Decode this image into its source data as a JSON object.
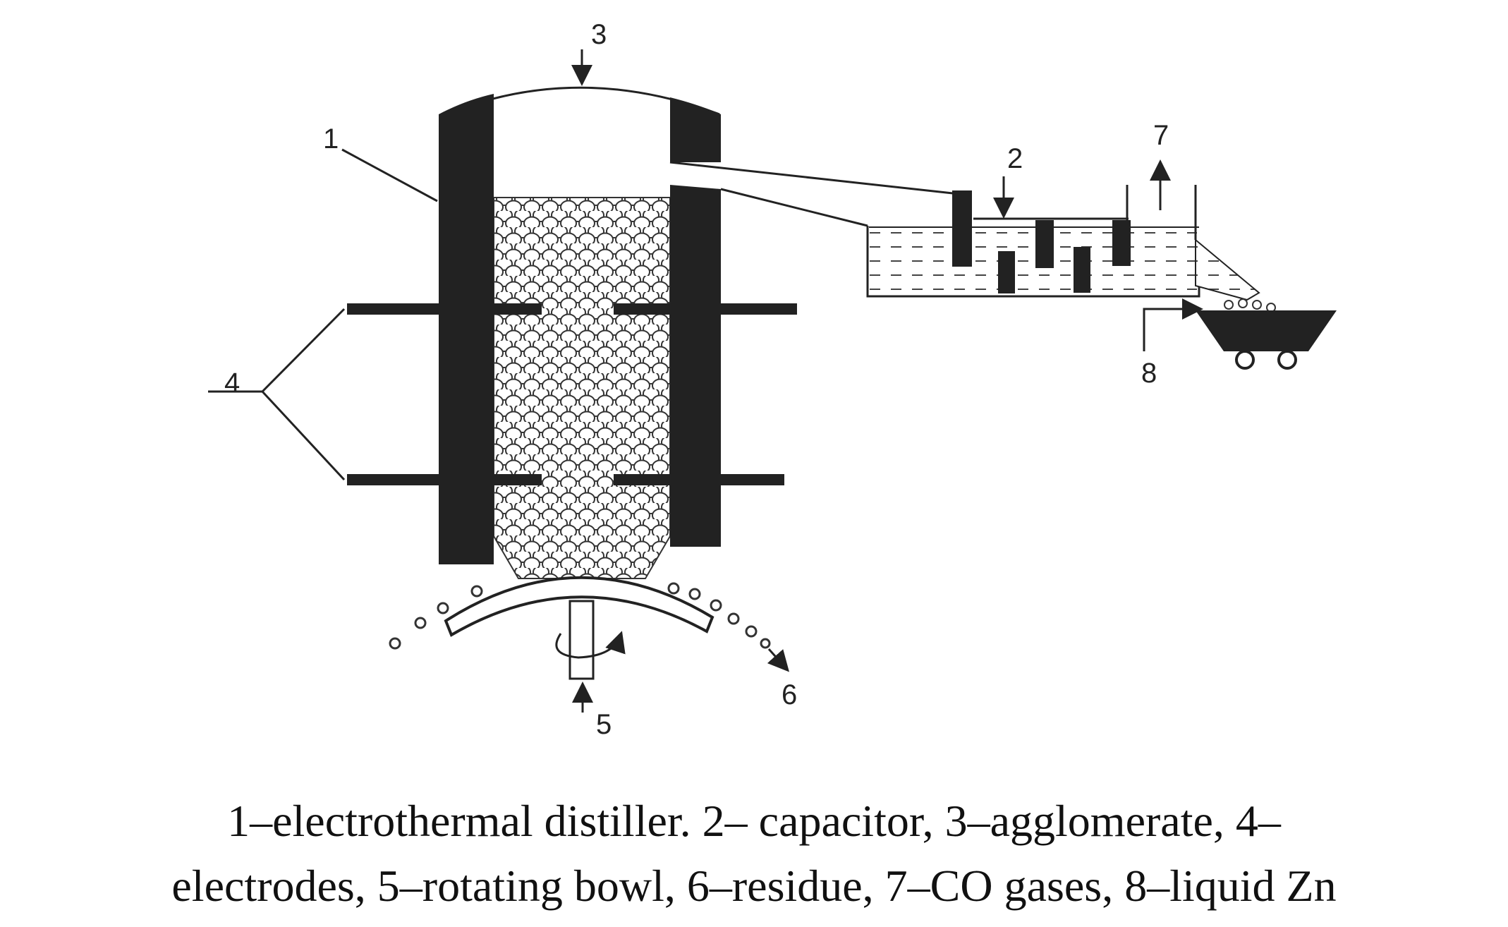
{
  "labels": {
    "l1": "1",
    "l2": "2",
    "l3": "3",
    "l4": "4",
    "l5": "5",
    "l6": "6",
    "l7": "7",
    "l8": "8"
  },
  "caption": {
    "line1": "1–electrothermal distiller. 2– capacitor, 3–agglomerate, 4–",
    "line2": "electrodes, 5–rotating bowl, 6–residue, 7–CO gases, 8–liquid Zn"
  },
  "colors": {
    "ink": "#222222",
    "background": "#ffffff"
  }
}
